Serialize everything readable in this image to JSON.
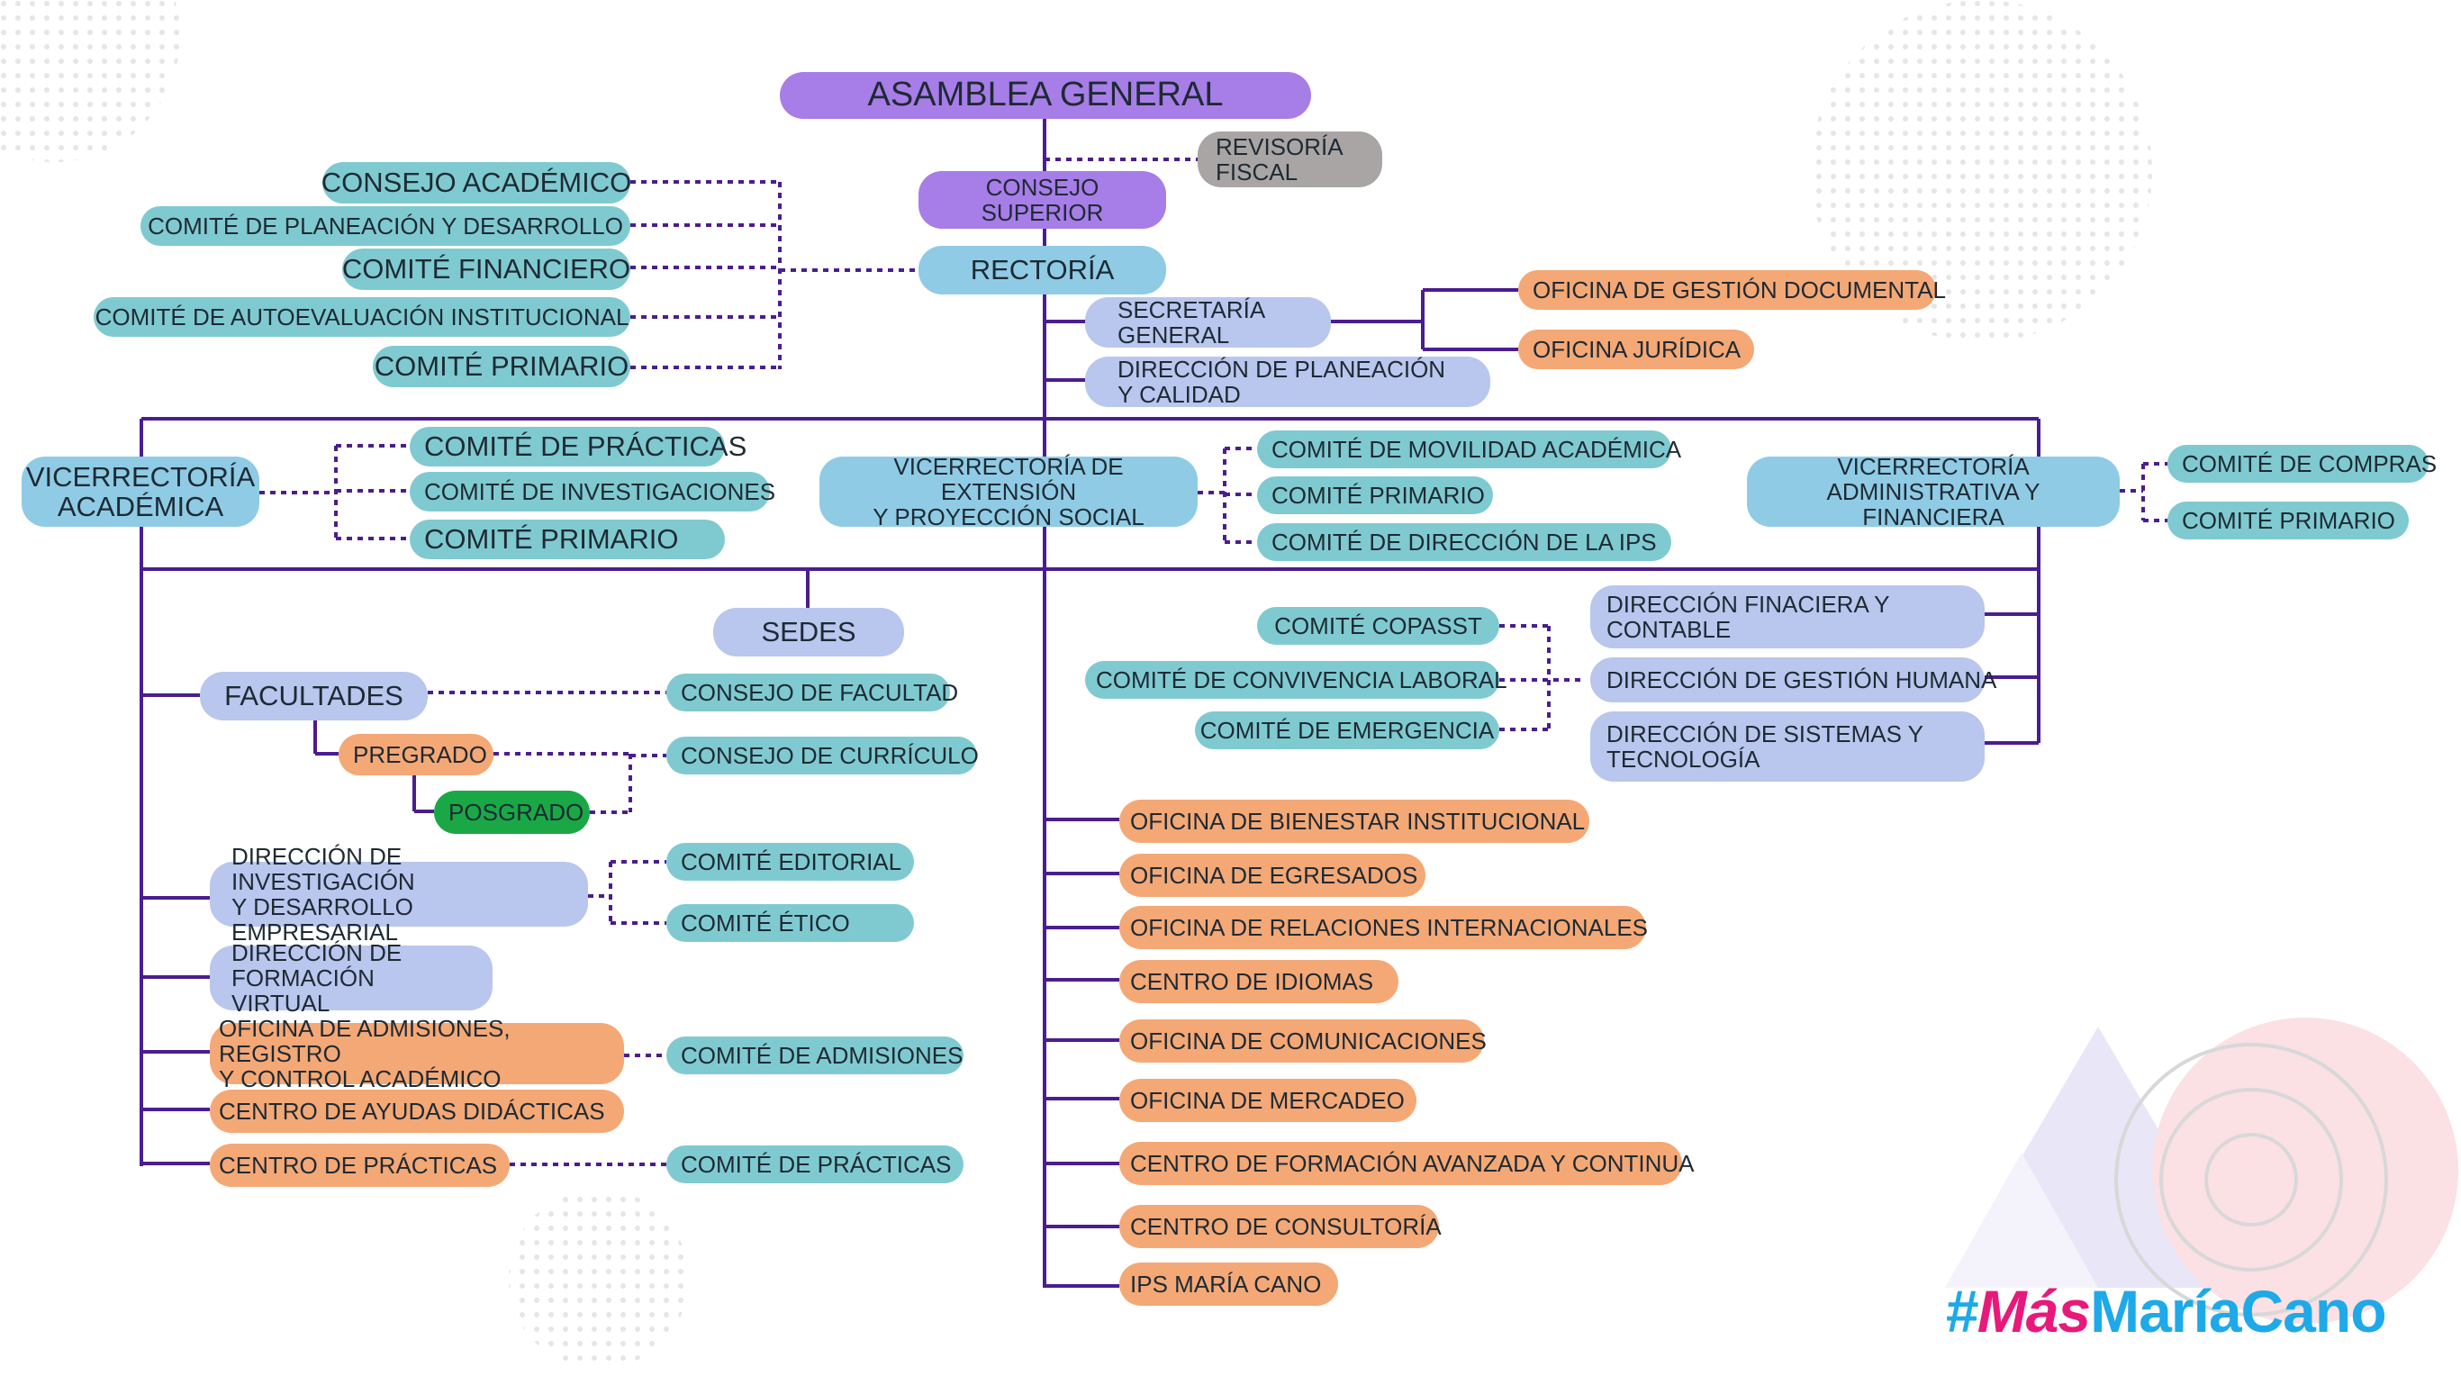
{
  "boxes": {
    "asamblea": "ASAMBLEA GENERAL",
    "revisoria": "REVISORÍA\nFISCAL",
    "consejo_superior": "CONSEJO\nSUPERIOR",
    "rectoria": "RECTORÍA",
    "consejo_academico": "CONSEJO ACADÉMICO",
    "comite_planeacion": "COMITÉ DE PLANEACIÓN Y DESARROLLO",
    "comite_financiero": "COMITÉ FINANCIERO",
    "comite_autoevaluacion": "COMITÉ DE AUTOEVALUACIÓN INSTITUCIONAL",
    "comite_primario_rect": "COMITÉ PRIMARIO",
    "secretaria": "SECRETARÍA\nGENERAL",
    "dir_planeacion": "DIRECCIÓN DE PLANEACIÓN\nY CALIDAD",
    "of_gestion_doc": "OFICINA DE GESTIÓN DOCUMENTAL",
    "of_juridica": "OFICINA JURÍDICA",
    "vice_academica": "VICERRECTORÍA\nACADÉMICA",
    "comite_practicas_va": "COMITÉ DE PRÁCTICAS",
    "comite_investigaciones": "COMITÉ DE INVESTIGACIONES",
    "comite_primario_va": "COMITÉ PRIMARIO",
    "vice_extension": "VICERRECTORÍA DE EXTENSIÓN\nY PROYECCIÓN SOCIAL",
    "comite_movilidad": "COMITÉ DE MOVILIDAD ACADÉMICA",
    "comite_primario_ve": "COMITÉ PRIMARIO",
    "comite_direccion_ips": "COMITÉ DE DIRECCIÓN DE LA IPS",
    "vice_admin": "VICERRECTORÍA\nADMINISTRATIVA Y FINANCIERA",
    "comite_compras": "COMITÉ DE COMPRAS",
    "comite_primario_vaf": "COMITÉ PRIMARIO",
    "sedes": "SEDES",
    "facultades": "FACULTADES",
    "consejo_facultad": "CONSEJO DE FACULTAD",
    "pregrado": "PREGRADO",
    "posgrado": "POSGRADO",
    "consejo_curriculo": "CONSEJO DE CURRÍCULO",
    "dir_investigacion": "DIRECCIÓN DE INVESTIGACIÓN\nY DESARROLLO EMPRESARIAL",
    "comite_editorial": "COMITÉ EDITORIAL",
    "comite_etico": "COMITÉ ÉTICO",
    "dir_formacion_virtual": "DIRECCIÓN DE\nFORMACIÓN VIRTUAL",
    "of_admisiones": "OFICINA DE ADMISIONES, REGISTRO\nY CONTROL ACADÉMICO",
    "comite_admisiones": "COMITÉ DE ADMISIONES",
    "centro_ayudas": "CENTRO DE AYUDAS DIDÁCTICAS",
    "centro_practicas": "CENTRO DE PRÁCTICAS",
    "comite_practicas_cp": "COMITÉ DE PRÁCTICAS",
    "comite_copasst": "COMITÉ COPASST",
    "comite_convivencia": "COMITÉ DE CONVIVENCIA LABORAL",
    "comite_emergencia": "COMITÉ DE EMERGENCIA",
    "dir_financiera": "DIRECCIÓN FINACIERA Y\nCONTABLE",
    "dir_gestion_humana": "DIRECCIÓN DE GESTIÓN HUMANA",
    "dir_sistemas": "DIRECCIÓN DE SISTEMAS Y\nTECNOLOGÍA",
    "of_bienestar": "OFICINA DE BIENESTAR INSTITUCIONAL",
    "of_egresados": "OFICINA DE EGRESADOS",
    "of_relaciones": "OFICINA DE RELACIONES INTERNACIONALES",
    "centro_idiomas": "CENTRO DE IDIOMAS",
    "of_comunicaciones": "OFICINA DE COMUNICACIONES",
    "of_mercadeo": "OFICINA DE MERCADEO",
    "centro_formacion": "CENTRO DE FORMACIÓN AVANZADA Y CONTINUA",
    "centro_consultoria": "CENTRO DE CONSULTORÍA",
    "ips": "IPS MARÍA CANO"
  },
  "brand": {
    "hash": "#",
    "mas": "Más",
    "name": "MaríaCano"
  },
  "colors": {
    "line": "#4b1d8f",
    "purple": "#a77de8",
    "grey": "#a9a5a5",
    "teal": "#7fcad0",
    "sky": "#8fcbe5",
    "lavender": "#b9c6ee",
    "orange": "#f4a876",
    "green": "#19a845"
  }
}
